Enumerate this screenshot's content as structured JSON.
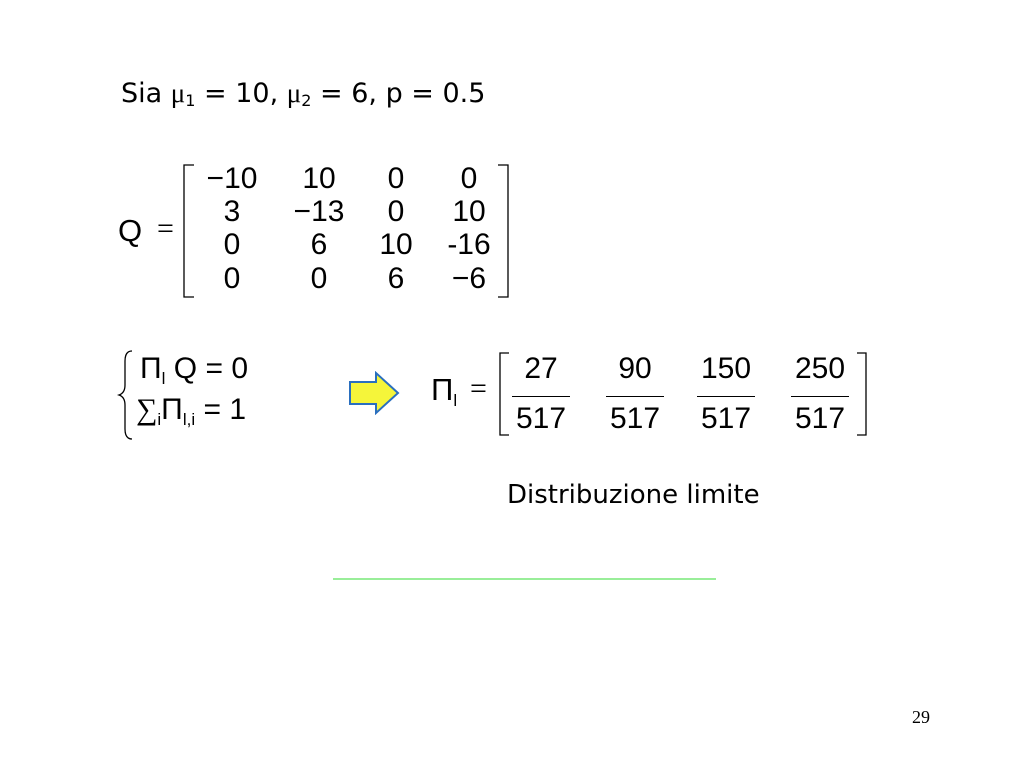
{
  "header": {
    "sia": "Sia",
    "mu_symbol": "μ",
    "mu1_sub": "1",
    "mu1_value": " = 10, ",
    "mu2_sub": "2",
    "mu2_value": " = 6, p = 0.5"
  },
  "matrix_q": {
    "label": "Q",
    "equals": "=",
    "rows": [
      [
        "−10",
        "10",
        "0",
        "0"
      ],
      [
        "3",
        "−13",
        "0",
        "10"
      ],
      [
        "0",
        "6",
        "10",
        "-16"
      ],
      [
        "0",
        "0",
        "6",
        "−6"
      ]
    ]
  },
  "system": {
    "line1_pi": "Π",
    "line1_sub": "l",
    "line1_rest": " Q = 0",
    "line2_sigma": "∑",
    "line2_sigma_sub": "i",
    "line2_pi": "Π",
    "line2_sub": "l,i",
    "line2_rest": " = 1"
  },
  "arrow": {
    "icon": "right-arrow-icon",
    "fill_color": "#f5f53a",
    "stroke_color": "#2a6fbf"
  },
  "pi_vector": {
    "label": "Π",
    "label_sub": "l",
    "equals": "=",
    "numerators": [
      "27",
      "90",
      "150",
      "250"
    ],
    "denominators": [
      "517",
      "517",
      "517",
      "517"
    ]
  },
  "caption": "Distribuzione limite",
  "page_number": "29"
}
